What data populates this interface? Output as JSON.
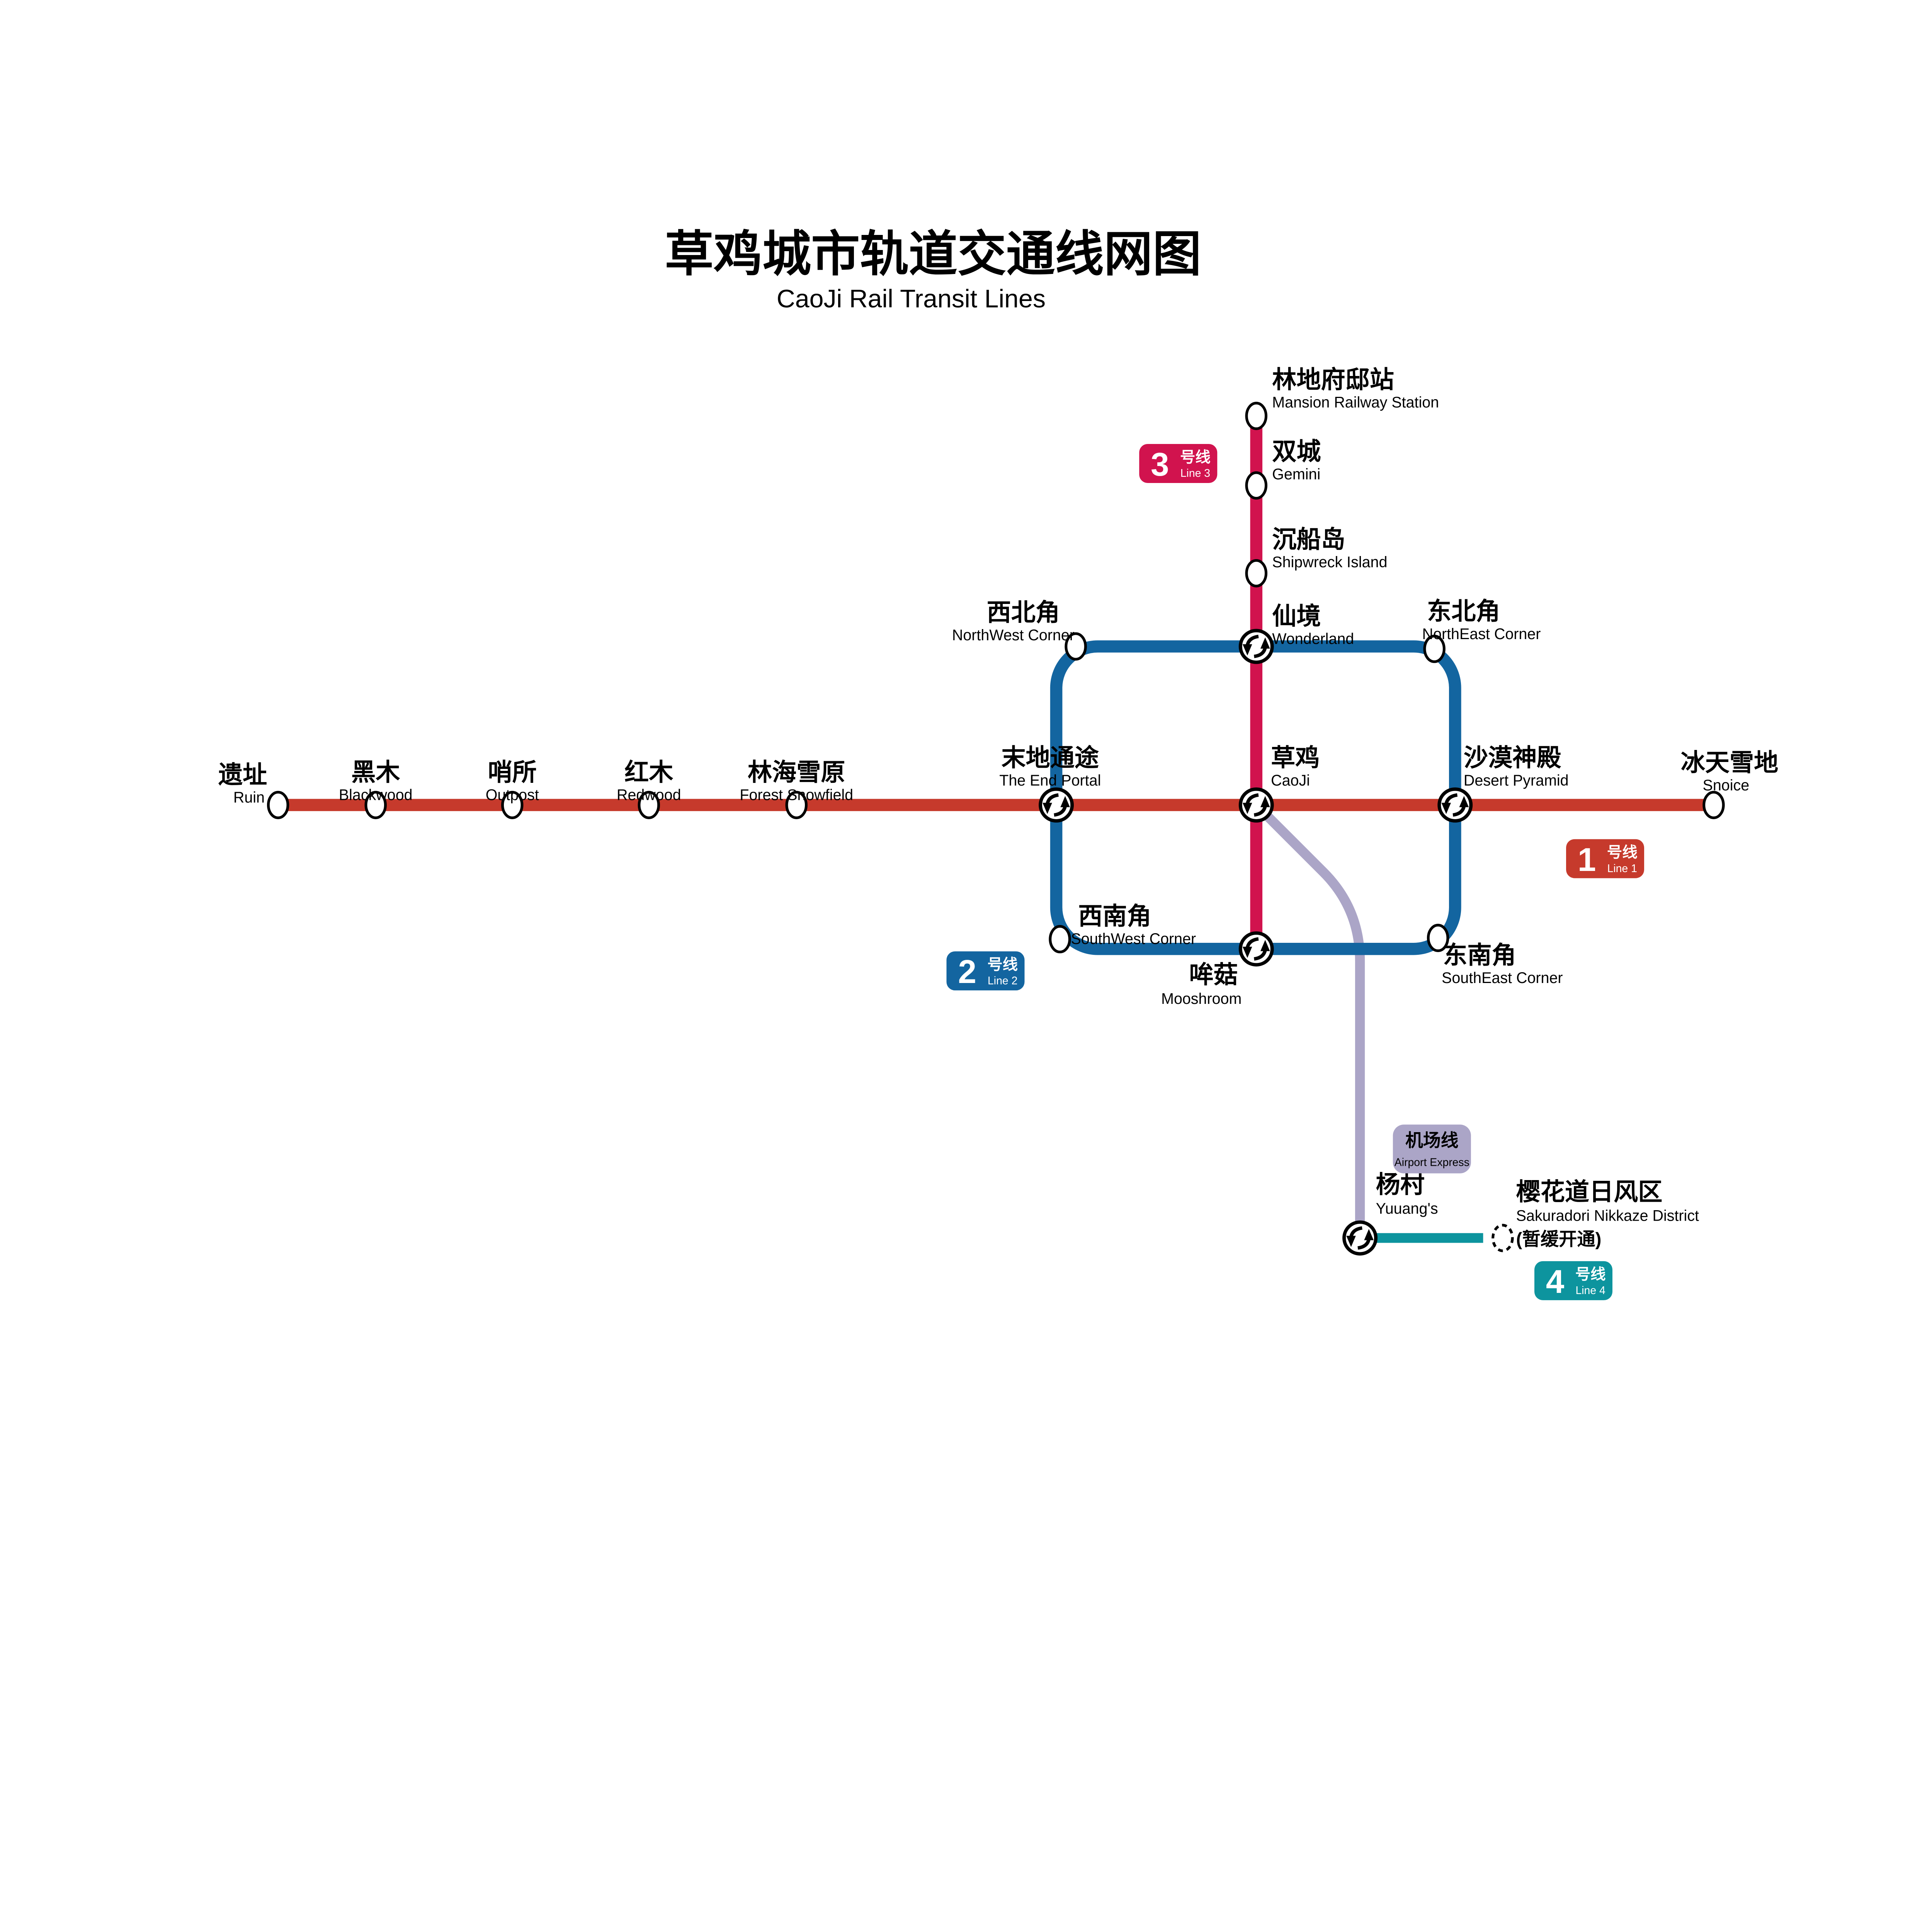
{
  "title": {
    "zh": "草鸡城市轨道交通线网图",
    "en": "CaoJi Rail Transit Lines"
  },
  "lines": {
    "line1": {
      "color": "#C63A2C",
      "badge": {
        "num": "1",
        "zh": "号线",
        "en": "Line 1"
      }
    },
    "line2": {
      "color": "#1365A0",
      "badge": {
        "num": "2",
        "zh": "号线",
        "en": "Line 2"
      }
    },
    "line3": {
      "color": "#D1134E",
      "badge": {
        "num": "3",
        "zh": "号线",
        "en": "Line 3"
      }
    },
    "line4": {
      "color": "#0D949E",
      "badge": {
        "num": "4",
        "zh": "号线",
        "en": "Line 4"
      }
    },
    "airport": {
      "color": "#ABA5C7",
      "text_color": "#1E3C78",
      "badge": {
        "zh": "机场线",
        "en": "Airport Express"
      }
    }
  },
  "stations": {
    "ruin": {
      "zh": "遗址",
      "en": "Ruin"
    },
    "blackwood": {
      "zh": "黑木",
      "en": "Blackwood"
    },
    "outpost": {
      "zh": "哨所",
      "en": "Outpost"
    },
    "redwood": {
      "zh": "红木",
      "en": "Redwood"
    },
    "forest_snowfield": {
      "zh": "林海雪原",
      "en": "Forest Snowfield"
    },
    "the_end_portal": {
      "zh": "末地通途",
      "en": "The End Portal"
    },
    "caoji": {
      "zh": "草鸡",
      "en": "CaoJi"
    },
    "desert_pyramid": {
      "zh": "沙漠神殿",
      "en": "Desert Pyramid"
    },
    "snoice": {
      "zh": "冰天雪地",
      "en": "Snoice"
    },
    "mansion_railway_station": {
      "zh": "林地府邸站",
      "en": "Mansion Railway Station"
    },
    "gemini": {
      "zh": "双城",
      "en": "Gemini"
    },
    "shipwreck_island": {
      "zh": "沉船岛",
      "en": "Shipwreck Island"
    },
    "wonderland": {
      "zh": "仙境",
      "en": "Wonderland"
    },
    "northwest_corner": {
      "zh": "西北角",
      "en": "NorthWest Corner"
    },
    "northeast_corner": {
      "zh": "东北角",
      "en": "NorthEast Corner"
    },
    "southwest_corner": {
      "zh": "西南角",
      "en": "SouthWest Corner"
    },
    "southeast_corner": {
      "zh": "东南角",
      "en": "SouthEast Corner"
    },
    "mooshroom": {
      "zh": "哞菇",
      "en": "Mooshroom"
    },
    "yuuangs": {
      "zh": "杨村",
      "en": "Yuuang's"
    },
    "sakuradori": {
      "zh": "樱花道日风区",
      "en": "Sakuradori Nikkaze District",
      "note": "(暂缓开通)"
    }
  }
}
